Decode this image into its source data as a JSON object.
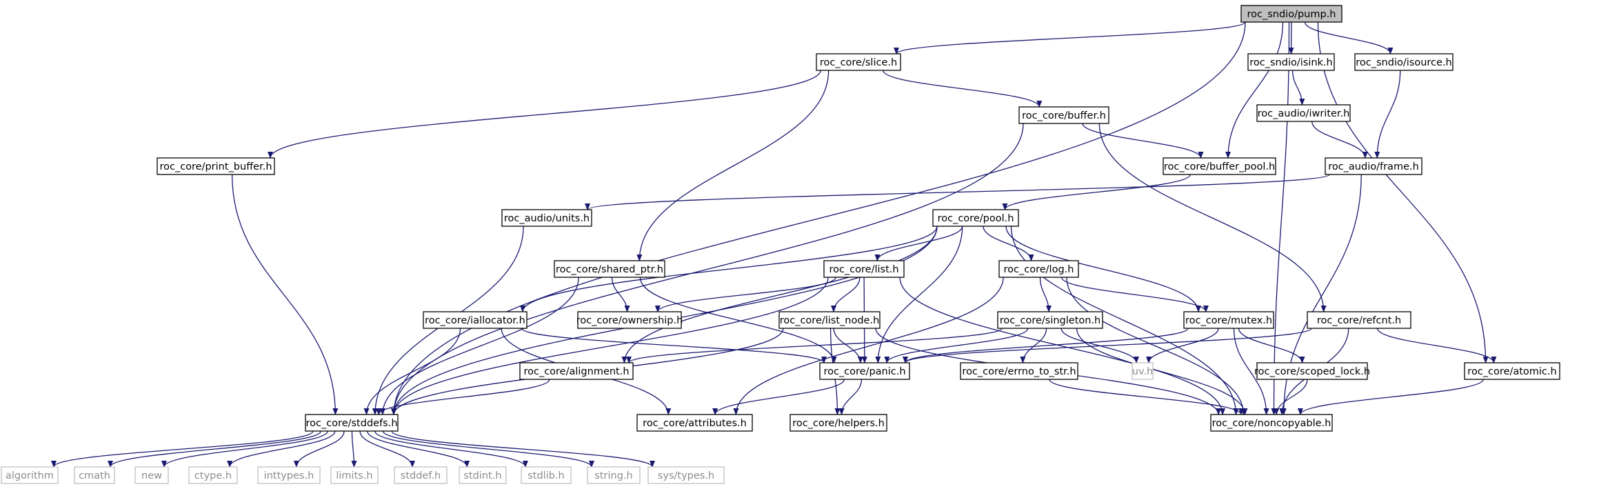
{
  "colors": {
    "edge": "#191970",
    "node_border": "#000000",
    "external_border": "#bfbfbf",
    "root_fill": "#bfbfbf",
    "node_fill": "#ffffff",
    "external_text": "#8c8c8c"
  },
  "nodes": [
    {
      "id": "pump",
      "label": "roc_sndio/pump.h",
      "kind": "root"
    },
    {
      "id": "slice",
      "label": "roc_core/slice.h",
      "kind": "internal"
    },
    {
      "id": "isink",
      "label": "roc_sndio/isink.h",
      "kind": "internal"
    },
    {
      "id": "isource",
      "label": "roc_sndio/isource.h",
      "kind": "internal"
    },
    {
      "id": "buffer",
      "label": "roc_core/buffer.h",
      "kind": "internal"
    },
    {
      "id": "iwriter",
      "label": "roc_audio/iwriter.h",
      "kind": "internal"
    },
    {
      "id": "print_buffer",
      "label": "roc_core/print_buffer.h",
      "kind": "internal"
    },
    {
      "id": "buffer_pool",
      "label": "roc_core/buffer_pool.h",
      "kind": "internal"
    },
    {
      "id": "frame",
      "label": "roc_audio/frame.h",
      "kind": "internal"
    },
    {
      "id": "units",
      "label": "roc_audio/units.h",
      "kind": "internal"
    },
    {
      "id": "pool",
      "label": "roc_core/pool.h",
      "kind": "internal"
    },
    {
      "id": "shared_ptr",
      "label": "roc_core/shared_ptr.h",
      "kind": "internal"
    },
    {
      "id": "list",
      "label": "roc_core/list.h",
      "kind": "internal"
    },
    {
      "id": "log",
      "label": "roc_core/log.h",
      "kind": "internal"
    },
    {
      "id": "iallocator",
      "label": "roc_core/iallocator.h",
      "kind": "internal"
    },
    {
      "id": "ownership",
      "label": "roc_core/ownership.h",
      "kind": "internal"
    },
    {
      "id": "list_node",
      "label": "roc_core/list_node.h",
      "kind": "internal"
    },
    {
      "id": "singleton",
      "label": "roc_core/singleton.h",
      "kind": "internal"
    },
    {
      "id": "mutex",
      "label": "roc_core/mutex.h",
      "kind": "internal"
    },
    {
      "id": "refcnt",
      "label": "roc_core/refcnt.h",
      "kind": "internal"
    },
    {
      "id": "alignment",
      "label": "roc_core/alignment.h",
      "kind": "internal"
    },
    {
      "id": "panic",
      "label": "roc_core/panic.h",
      "kind": "internal"
    },
    {
      "id": "errno_to_str",
      "label": "roc_core/errno_to_str.h",
      "kind": "internal"
    },
    {
      "id": "uv",
      "label": "uv.h",
      "kind": "external"
    },
    {
      "id": "scoped_lock",
      "label": "roc_core/scoped_lock.h",
      "kind": "internal"
    },
    {
      "id": "atomic",
      "label": "roc_core/atomic.h",
      "kind": "internal"
    },
    {
      "id": "stddefs",
      "label": "roc_core/stddefs.h",
      "kind": "internal"
    },
    {
      "id": "attributes",
      "label": "roc_core/attributes.h",
      "kind": "internal"
    },
    {
      "id": "helpers",
      "label": "roc_core/helpers.h",
      "kind": "internal"
    },
    {
      "id": "noncopyable",
      "label": "roc_core/noncopyable.h",
      "kind": "internal"
    },
    {
      "id": "algorithm",
      "label": "algorithm",
      "kind": "external"
    },
    {
      "id": "cmath",
      "label": "cmath",
      "kind": "external"
    },
    {
      "id": "new",
      "label": "new",
      "kind": "external"
    },
    {
      "id": "ctype",
      "label": "ctype.h",
      "kind": "external"
    },
    {
      "id": "inttypes",
      "label": "inttypes.h",
      "kind": "external"
    },
    {
      "id": "limits",
      "label": "limits.h",
      "kind": "external"
    },
    {
      "id": "stddef",
      "label": "stddef.h",
      "kind": "external"
    },
    {
      "id": "stdint",
      "label": "stdint.h",
      "kind": "external"
    },
    {
      "id": "stdlib",
      "label": "stdlib.h",
      "kind": "external"
    },
    {
      "id": "string",
      "label": "string.h",
      "kind": "external"
    },
    {
      "id": "systypes",
      "label": "sys/types.h",
      "kind": "external"
    }
  ],
  "edges": [
    [
      "pump",
      "slice"
    ],
    [
      "pump",
      "isink"
    ],
    [
      "pump",
      "isource"
    ],
    [
      "pump",
      "buffer_pool"
    ],
    [
      "pump",
      "atomic"
    ],
    [
      "pump",
      "noncopyable"
    ],
    [
      "pump",
      "stddefs"
    ],
    [
      "slice",
      "buffer"
    ],
    [
      "slice",
      "print_buffer"
    ],
    [
      "slice",
      "shared_ptr"
    ],
    [
      "isink",
      "iwriter"
    ],
    [
      "iwriter",
      "frame"
    ],
    [
      "isource",
      "frame"
    ],
    [
      "buffer",
      "buffer_pool"
    ],
    [
      "buffer",
      "refcnt"
    ],
    [
      "buffer",
      "stddefs"
    ],
    [
      "print_buffer",
      "stddefs"
    ],
    [
      "buffer_pool",
      "pool"
    ],
    [
      "frame",
      "units"
    ],
    [
      "frame",
      "noncopyable"
    ],
    [
      "units",
      "stddefs"
    ],
    [
      "pool",
      "list"
    ],
    [
      "pool",
      "log"
    ],
    [
      "pool",
      "mutex"
    ],
    [
      "pool",
      "iallocator"
    ],
    [
      "pool",
      "alignment"
    ],
    [
      "pool",
      "panic"
    ],
    [
      "pool",
      "noncopyable"
    ],
    [
      "pool",
      "stddefs"
    ],
    [
      "shared_ptr",
      "ownership"
    ],
    [
      "shared_ptr",
      "panic"
    ],
    [
      "shared_ptr",
      "stddefs"
    ],
    [
      "list",
      "ownership"
    ],
    [
      "list",
      "list_node"
    ],
    [
      "list",
      "panic"
    ],
    [
      "list",
      "noncopyable"
    ],
    [
      "list",
      "stddefs"
    ],
    [
      "log",
      "singleton"
    ],
    [
      "log",
      "mutex"
    ],
    [
      "log",
      "attributes"
    ],
    [
      "log",
      "noncopyable"
    ],
    [
      "iallocator",
      "panic"
    ],
    [
      "iallocator",
      "attributes"
    ],
    [
      "iallocator",
      "stddefs"
    ],
    [
      "list_node",
      "panic"
    ],
    [
      "list_node",
      "helpers"
    ],
    [
      "list_node",
      "noncopyable"
    ],
    [
      "list_node",
      "stddefs"
    ],
    [
      "singleton",
      "alignment"
    ],
    [
      "singleton",
      "panic"
    ],
    [
      "singleton",
      "errno_to_str"
    ],
    [
      "singleton",
      "uv"
    ],
    [
      "singleton",
      "noncopyable"
    ],
    [
      "mutex",
      "panic"
    ],
    [
      "mutex",
      "uv"
    ],
    [
      "mutex",
      "scoped_lock"
    ],
    [
      "mutex",
      "noncopyable"
    ],
    [
      "refcnt",
      "panic"
    ],
    [
      "refcnt",
      "atomic"
    ],
    [
      "refcnt",
      "noncopyable"
    ],
    [
      "alignment",
      "stddefs"
    ],
    [
      "panic",
      "attributes"
    ],
    [
      "panic",
      "helpers"
    ],
    [
      "errno_to_str",
      "noncopyable"
    ],
    [
      "scoped_lock",
      "noncopyable"
    ],
    [
      "atomic",
      "noncopyable"
    ],
    [
      "stddefs",
      "algorithm"
    ],
    [
      "stddefs",
      "cmath"
    ],
    [
      "stddefs",
      "new"
    ],
    [
      "stddefs",
      "ctype"
    ],
    [
      "stddefs",
      "inttypes"
    ],
    [
      "stddefs",
      "limits"
    ],
    [
      "stddefs",
      "stddef"
    ],
    [
      "stddefs",
      "stdint"
    ],
    [
      "stddefs",
      "stdlib"
    ],
    [
      "stddefs",
      "string"
    ],
    [
      "stddefs",
      "systypes"
    ]
  ]
}
